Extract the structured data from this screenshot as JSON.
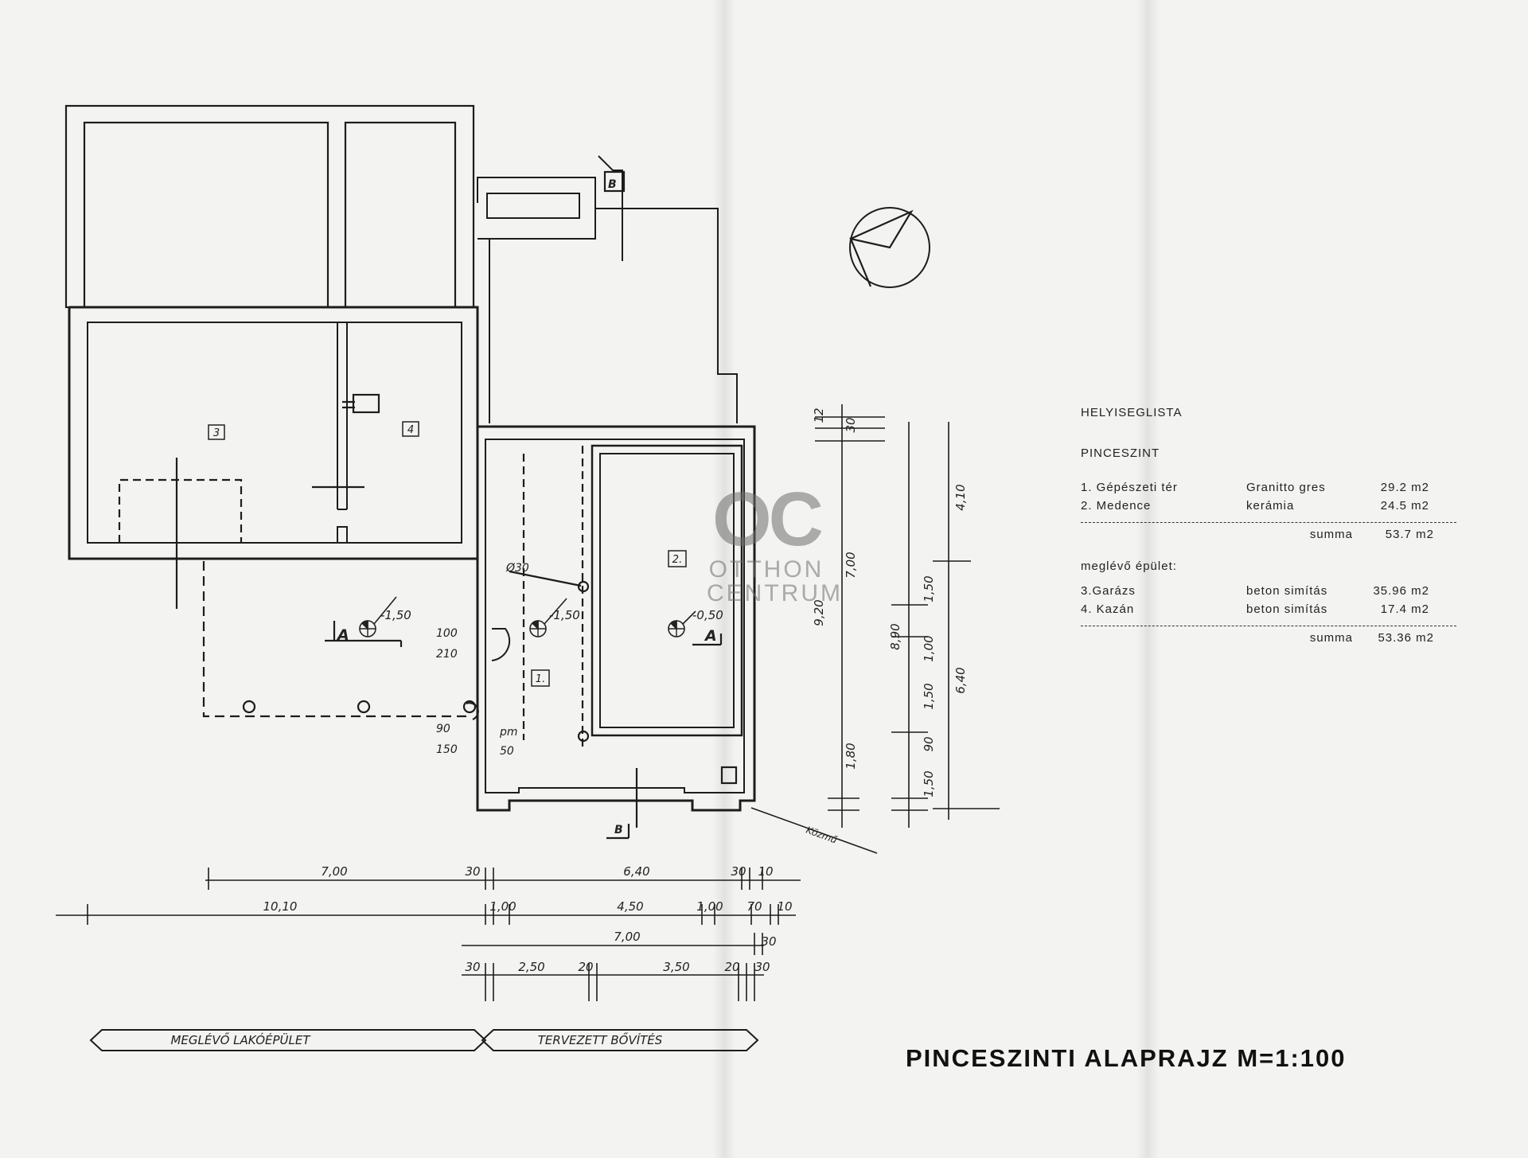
{
  "legend": {
    "title": "HELYISEGLISTA",
    "level": "PINCESZINT",
    "rooms": [
      {
        "name": "1. Gépészeti tér",
        "material": "Granitto gres",
        "area": "29.2 m2"
      },
      {
        "name": "2. Medence",
        "material": "kerámia",
        "area": "24.5 m2"
      }
    ],
    "sum_label": "summa",
    "sum_value": "53.7 m2",
    "existing_title": "meglévő épület:",
    "existing_rooms": [
      {
        "name": "3.Garázs",
        "material": "beton simítás",
        "area": "35.96 m2"
      },
      {
        "name": "4. Kazán",
        "material": "beton simítás",
        "area": "17.4 m2"
      }
    ],
    "existing_sum_label": "summa",
    "existing_sum_value": "53.36 m2"
  },
  "drawing_title": "PINCESZINTI ALAPRAJZ M=1:100",
  "watermark": {
    "logo": "OC",
    "line1": "OTTHON",
    "line2": "CENTRUM"
  },
  "room_tags": [
    "3",
    "4",
    "2.",
    "1."
  ],
  "levels": [
    "-1,50",
    "-1,50",
    "-0,50"
  ],
  "sections": [
    "A",
    "A",
    "B",
    "B"
  ],
  "banners": {
    "left": "MEGLÉVŐ LAKÓÉPÜLET",
    "right": "TERVEZETT BŐVÍTÉS"
  },
  "dims_h_row1": [
    "7,00",
    "30",
    "6,40",
    "30",
    "10"
  ],
  "dims_h_row2": [
    "10,10",
    "1,00",
    "4,50",
    "1,00",
    "70",
    "10"
  ],
  "dims_h_row3": [
    "7,00",
    "30"
  ],
  "dims_h_row4": [
    "30",
    "2,50",
    "20",
    "3,50",
    "20",
    "30"
  ],
  "dims_v_col1": [
    "12",
    "30",
    "9,20",
    "7,00",
    "1,80"
  ],
  "dims_v_col2": [
    "8,90",
    "1,50",
    "1,00",
    "1,50",
    "90",
    "1,50"
  ],
  "dims_v_col3": [
    "4,10",
    "6,40"
  ],
  "door_labels": [
    "100",
    "210",
    "90",
    "150",
    "pm",
    "50"
  ],
  "pipe_label": "Ø30",
  "kozmu_label": "Közmű"
}
